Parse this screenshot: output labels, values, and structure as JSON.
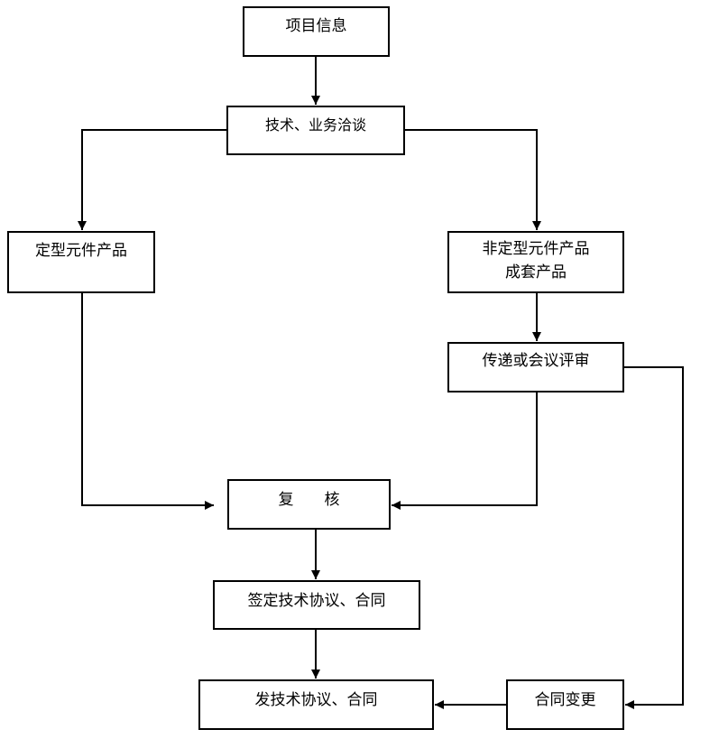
{
  "diagram": {
    "nodes": {
      "xiangmu": {
        "lines": [
          "项目信息"
        ]
      },
      "jishu": {
        "lines": [
          "技术、业务洽谈"
        ]
      },
      "dingxing": {
        "lines": [
          "定型元件产品"
        ]
      },
      "feidingxing": {
        "lines": [
          "非定型元件产品",
          "成套产品"
        ]
      },
      "chuandi": {
        "lines": [
          "传递或会议评审"
        ]
      },
      "fuhe": {
        "lines": [
          "复　　核"
        ]
      },
      "qianding": {
        "lines": [
          "签定技术协议、合同"
        ]
      },
      "fa": {
        "lines": [
          "发技术协议、合同"
        ]
      },
      "biangeng": {
        "lines": [
          "合同变更"
        ]
      }
    },
    "line_color": "#000000",
    "box_fill": "#ffffff"
  }
}
